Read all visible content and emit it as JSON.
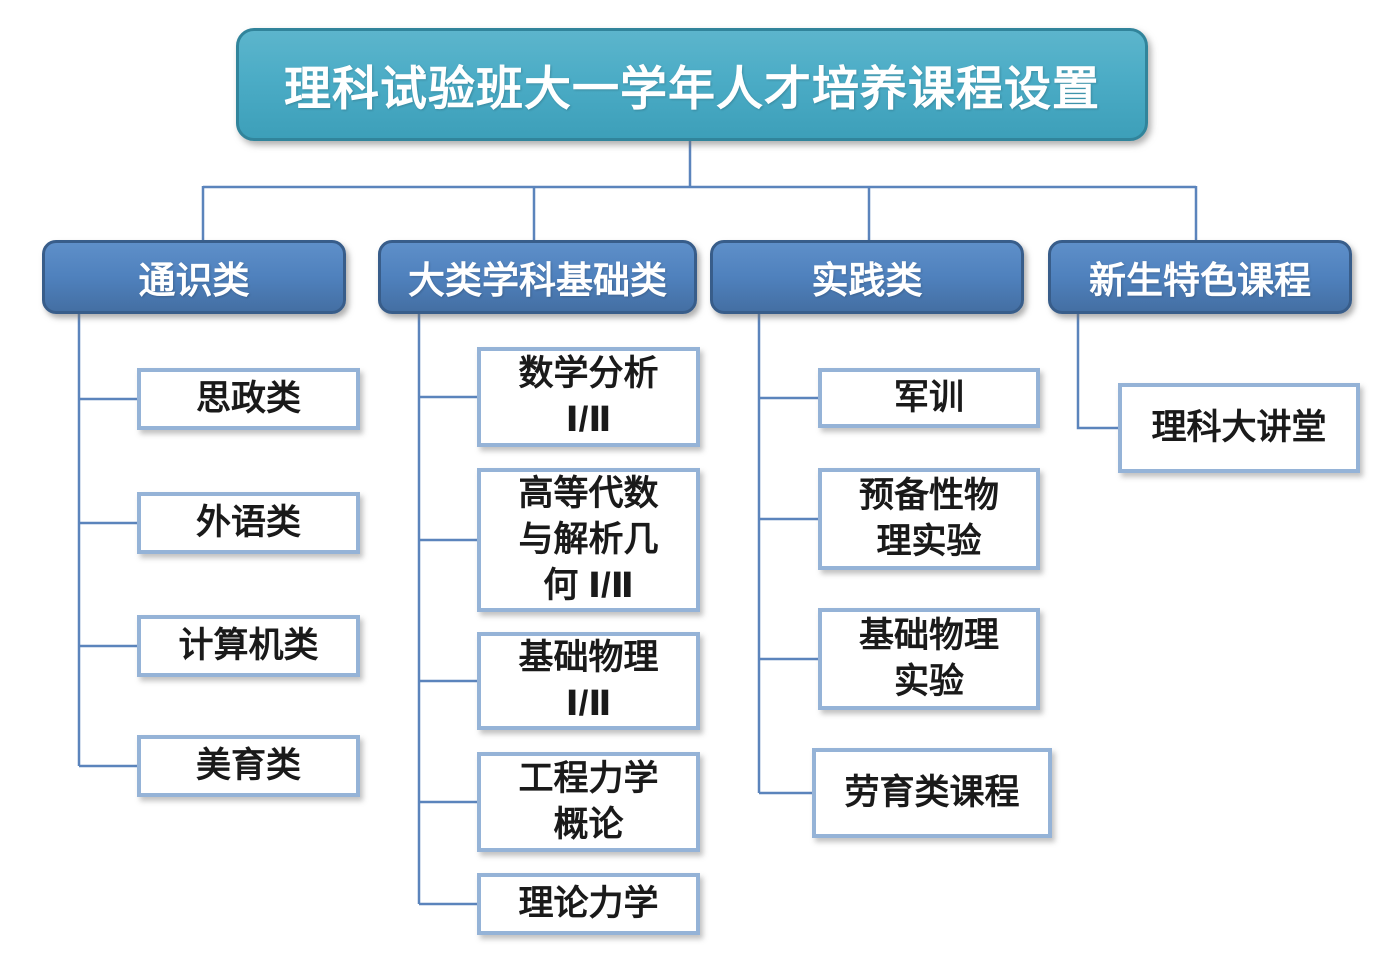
{
  "diagram": {
    "title": "理科试验班大一学年人才培养课程设置",
    "colors": {
      "root_fill": "#4BACC6",
      "root_border": "#31849B",
      "category_fill": "#4F81BD",
      "category_border": "#385D8A",
      "leaf_fill": "#FFFFFF",
      "leaf_border": "#95B3D7",
      "connector": "#5B84BC",
      "node_text": "#FFFFFF",
      "leaf_text": "#1A1A1A"
    },
    "categories": [
      {
        "label": "通识类",
        "children": [
          {
            "label": "思政类"
          },
          {
            "label": "外语类"
          },
          {
            "label": "计算机类"
          },
          {
            "label": "美育类"
          }
        ]
      },
      {
        "label": "大类学科基础类",
        "children": [
          {
            "label": "数学分析\nⅠ/Ⅱ"
          },
          {
            "label": "高等代数\n与解析几\n何 Ⅰ/Ⅱ"
          },
          {
            "label": "基础物理\nⅠ/Ⅱ"
          },
          {
            "label": "工程力学\n概论"
          },
          {
            "label": "理论力学"
          }
        ]
      },
      {
        "label": "实践类",
        "children": [
          {
            "label": "军训"
          },
          {
            "label": "预备性物\n理实验"
          },
          {
            "label": "基础物理\n实验"
          },
          {
            "label": "劳育类课程"
          }
        ]
      },
      {
        "label": "新生特色课程",
        "children": [
          {
            "label": "理科大讲堂"
          }
        ]
      }
    ]
  }
}
